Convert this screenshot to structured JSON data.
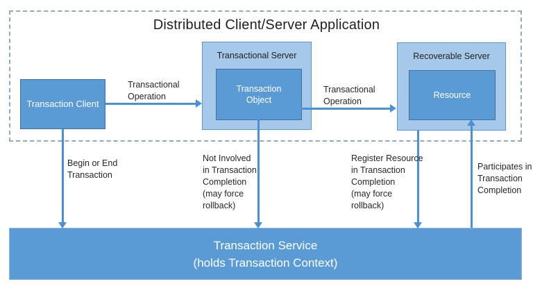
{
  "title": "Distributed Client/Server Application",
  "nodes": {
    "transaction_client": {
      "label": "Transaction Client"
    },
    "transactional_server": {
      "label": "Transactional Server",
      "inner": "Transaction\nObject"
    },
    "recoverable_server": {
      "label": "Recoverable Server",
      "inner": "Resource"
    },
    "transaction_service": {
      "label": "Transaction Service\n(holds Transaction Context)"
    }
  },
  "edges": {
    "client_to_object": {
      "label": "Transactional\nOperation"
    },
    "object_to_resource": {
      "label": "Transactional\nOperation"
    },
    "client_to_service": {
      "label": "Begin or End\nTransaction"
    },
    "object_to_service": {
      "label": "Not Involved\nin Transaction\nCompletion\n(may force\nrollback)"
    },
    "recserver_to_service": {
      "label": "Register Resource\nin Transaction\nCompletion\n(may force\nrollback)"
    },
    "service_to_resource": {
      "label": "Participates in\nTransaction\nCompletion"
    }
  },
  "colors": {
    "node_fill": "#5b9bd5",
    "node_border": "#41719c",
    "container_fill": "#a6c9ea",
    "arrow": "#4a90d2",
    "boundary_dash": "#93a9b8",
    "text_dark": "#262626",
    "text_light": "#ffffff"
  }
}
